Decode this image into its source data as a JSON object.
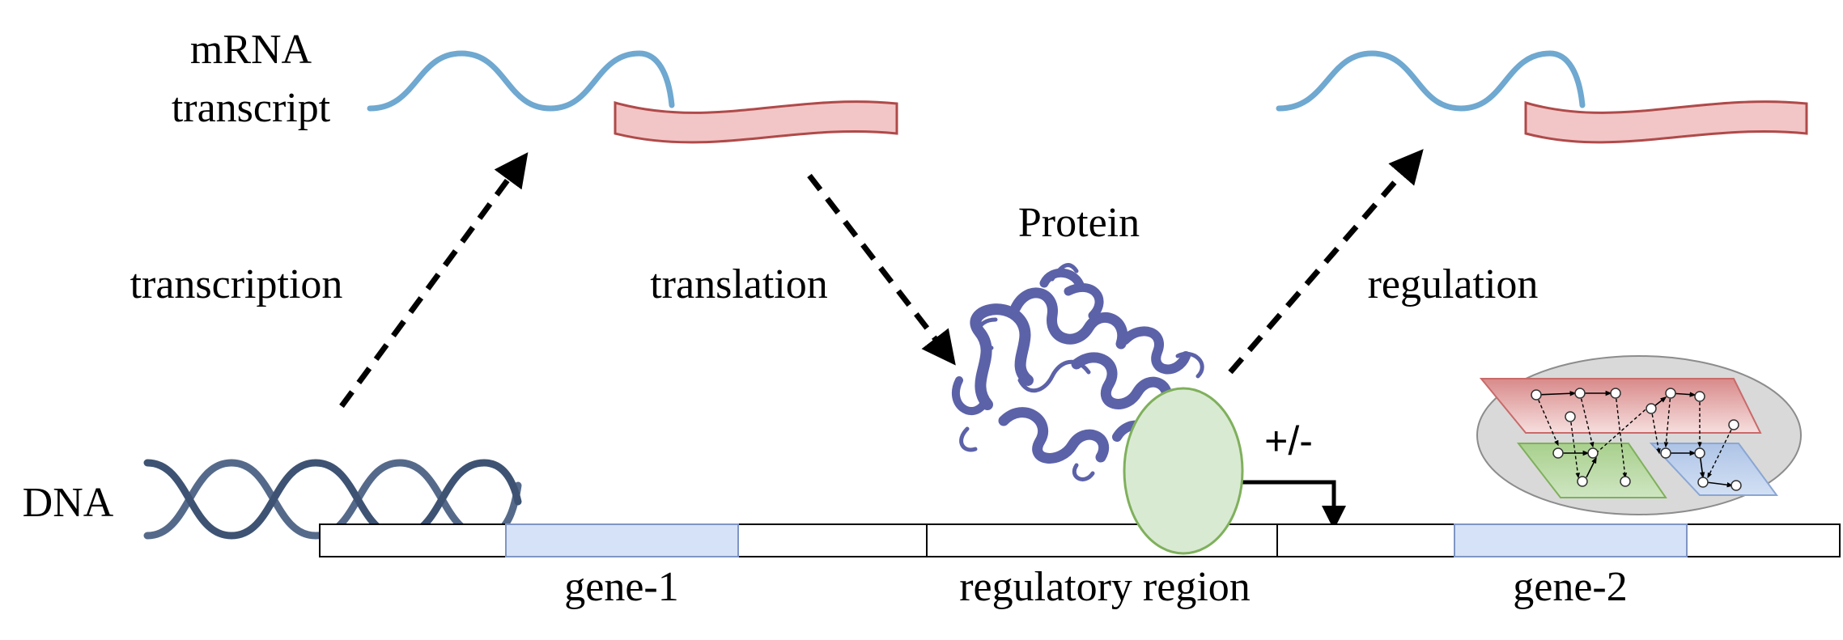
{
  "labels": {
    "mrna_line1": "mRNA",
    "mrna_line2": "transcript",
    "protein": "Protein",
    "transcription": "transcription",
    "translation": "translation",
    "regulation": "regulation",
    "dna": "DNA",
    "sign": "+/-",
    "gene1": "gene-1",
    "regulatory_region": "regulatory region",
    "gene2": "gene-2"
  },
  "colors": {
    "rna_strand": "#6fa8d0",
    "ribbon_fill": "#f2c6c6",
    "ribbon_stroke": "#b04a4a",
    "protein": "#5c62a8",
    "tf_fill": "#d9ead3",
    "tf_stroke": "#7fb05c",
    "gene_fill": "#d6e2f7",
    "dna_strand": "#556a8a",
    "network_bg": "#d9d9d9",
    "layer_red": "#d98a8a",
    "layer_green": "#a8d08d",
    "layer_blue": "#b4c7e7"
  },
  "icons": {
    "dna": "double-helix",
    "mrna": "rna-strand-with-ribbon",
    "protein": "ribbon-structure",
    "transcription_factor": "ellipse",
    "network": "layered-gene-network",
    "promoter": "bent-arrow"
  }
}
